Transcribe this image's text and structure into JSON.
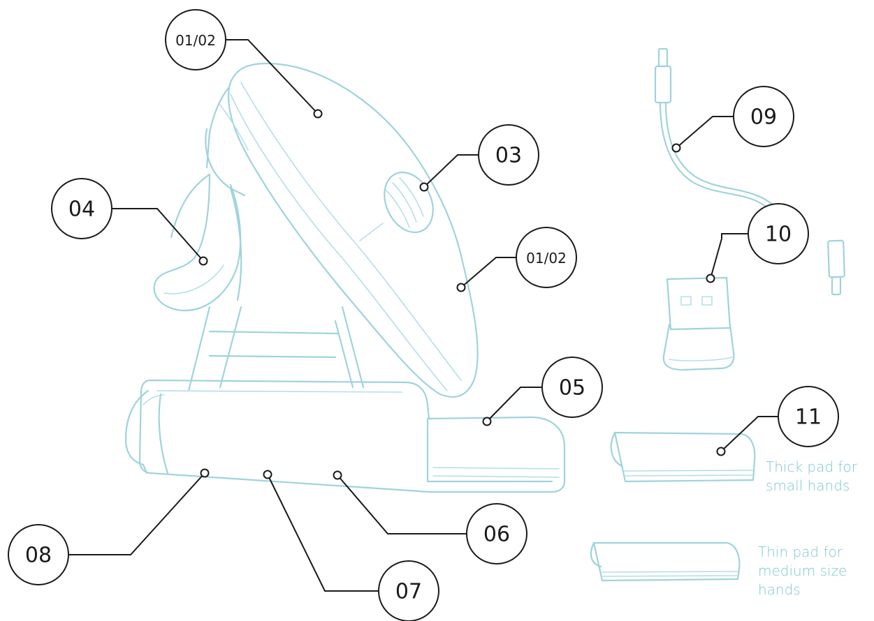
{
  "callouts": [
    {
      "id": "c1",
      "label": "01/02"
    },
    {
      "id": "c2",
      "label": "03"
    },
    {
      "id": "c3",
      "label": "04"
    },
    {
      "id": "c4",
      "label": "01/02"
    },
    {
      "id": "c5",
      "label": "09"
    },
    {
      "id": "c6",
      "label": "10"
    },
    {
      "id": "c7",
      "label": "05"
    },
    {
      "id": "c8",
      "label": "11"
    },
    {
      "id": "c9",
      "label": "06"
    },
    {
      "id": "c10",
      "label": "08"
    },
    {
      "id": "c11",
      "label": "07"
    }
  ],
  "notes": {
    "thick_pad": [
      "Thick pad for",
      "small hands"
    ],
    "thin_pad": [
      "Thin pad for",
      "medium size",
      "hands"
    ]
  },
  "colors": {
    "outline": "#9fd3dc",
    "text_note": "#7ec7d3",
    "callout": "#1a1a1a"
  }
}
